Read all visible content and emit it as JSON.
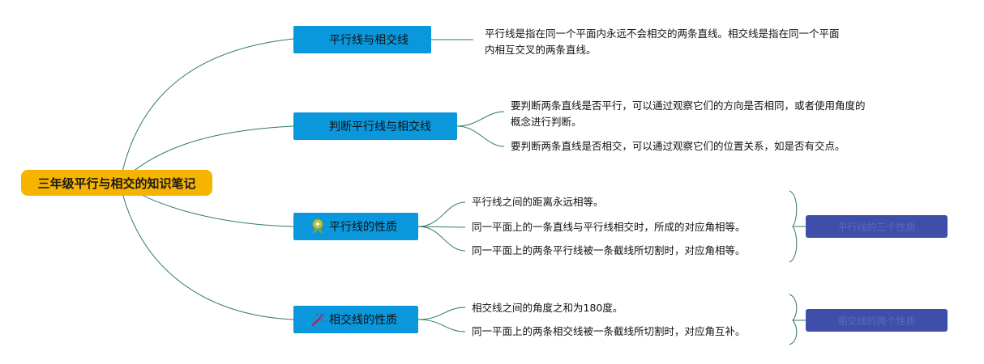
{
  "root": {
    "title": "三年级平行与相交的知识笔记"
  },
  "branches": [
    {
      "label": "平行线与相交线",
      "icon": "none",
      "leaves": [
        "平行线是指在同一个平面内永远不会相交的两条直线。相交线是指在同一个平面",
        "内相互交叉的两条直线。"
      ]
    },
    {
      "label": "判断平行线与相交线",
      "icon": "none",
      "leaves": [
        "要判断两条直线是否平行，可以通过观察它们的方向是否相同，或者使用角度的",
        "概念进行判断。",
        "要判断两条直线是否相交，可以通过观察它们的位置关系，如是否有交点。"
      ]
    },
    {
      "label": "平行线的性质",
      "icon": "award-ribbon-icon",
      "leaves": [
        "平行线之间的距离永远相等。",
        "同一平面上的一条直线与平行线相交时，所成的对应角相等。",
        "同一平面上的两条平行线被一条截线所切割时，对应角相等。"
      ],
      "summary": "平行线的三个性质"
    },
    {
      "label": "相交线的性质",
      "icon": "sparkle-icon",
      "leaves": [
        "相交线之间的角度之和为180度。",
        "同一平面上的两条相交线被一条截线所切割时，对应角互补。"
      ],
      "summary": "相交线的两个性质"
    }
  ],
  "colors": {
    "root": "#f6b400",
    "branch": "#0a97dc",
    "line": "#2d7a62",
    "summary": "#3d4fa8"
  }
}
